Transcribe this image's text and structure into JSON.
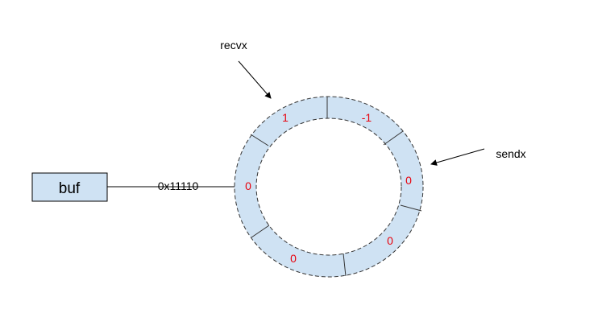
{
  "buf_label": "buf",
  "address": "0x11110",
  "pointers": {
    "recvx": "recvx",
    "sendx": "sendx"
  },
  "ring": {
    "slots": [
      "1",
      "-1",
      "0",
      "0",
      "0",
      "0"
    ],
    "fill_color": "#cfe2f3",
    "stroke_color": "#333333",
    "value_color": "#e8000b"
  }
}
